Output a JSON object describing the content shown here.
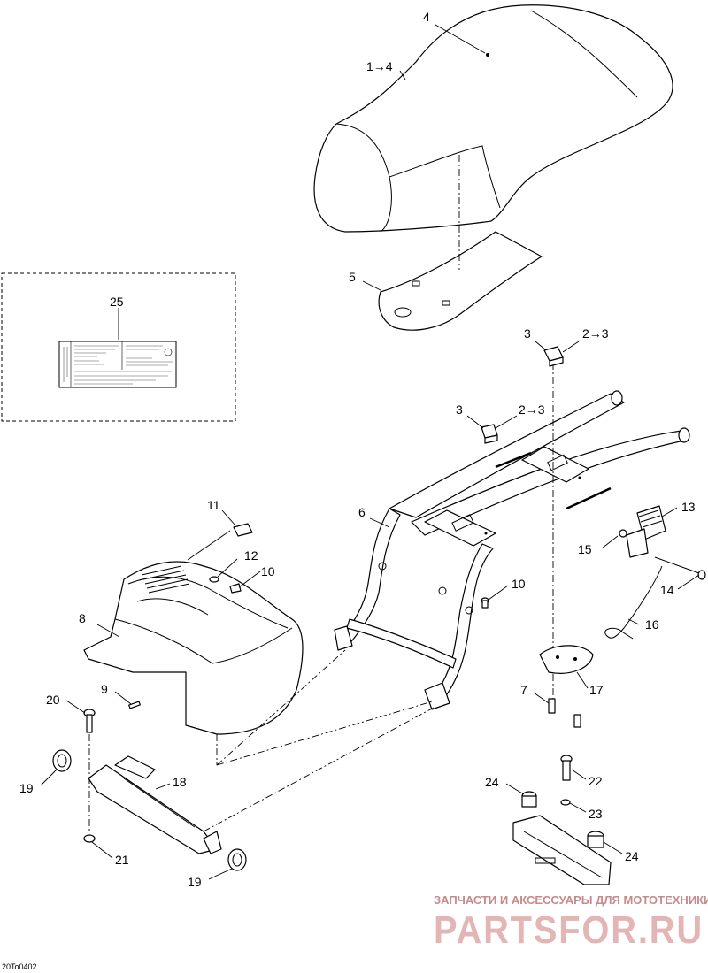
{
  "diagram_code": "20To0402",
  "watermark": {
    "tagline": "ЗАПЧАСТИ И АКСЕССУАРЫ ДЛЯ МОТОТЕХНИКИ",
    "brand": "PARTSFOR.RU"
  },
  "labels": {
    "l1to4": "1→4",
    "l4": "4",
    "l5": "5",
    "l25": "25",
    "l3a": "3",
    "l2to3a": "2→3",
    "l3b": "3",
    "l2to3b": "2→3",
    "l6": "6",
    "l11": "11",
    "l12": "12",
    "l10a": "10",
    "l10b": "10",
    "l13": "13",
    "l15": "15",
    "l14": "14",
    "l16": "16",
    "l8": "8",
    "l9": "9",
    "l17": "17",
    "l7": "7",
    "l20": "20",
    "l19a": "19",
    "l18": "18",
    "l21": "21",
    "l19b": "19",
    "l22": "22",
    "l24a": "24",
    "l23": "23",
    "l24b": "24"
  }
}
